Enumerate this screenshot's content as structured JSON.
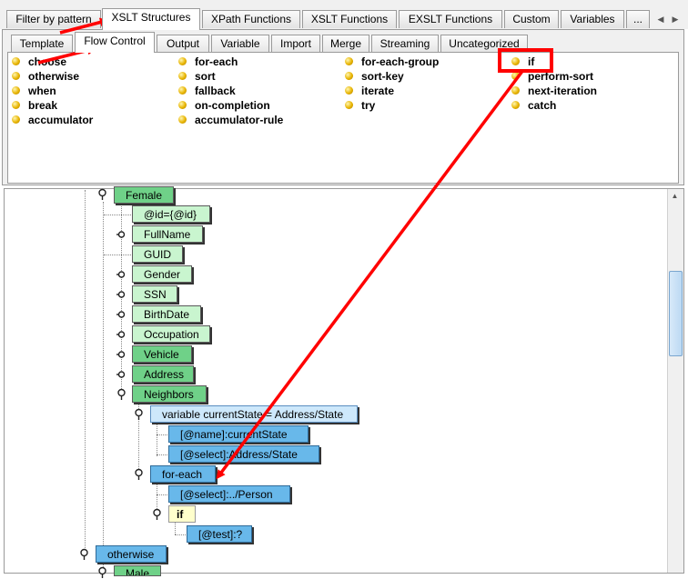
{
  "top_tabs": [
    "Filter by pattern",
    "XSLT Structures",
    "XPath Functions",
    "XSLT Functions",
    "EXSLT Functions",
    "Custom",
    "Variables",
    "..."
  ],
  "sub_tabs": [
    "Template",
    "Flow Control",
    "Output",
    "Variable",
    "Import",
    "Merge",
    "Streaming",
    "Uncategorized"
  ],
  "items": [
    "choose",
    "otherwise",
    "when",
    "break",
    "accumulator",
    "for-each",
    "sort",
    "fallback",
    "on-completion",
    "accumulator-rule",
    "for-each-group",
    "sort-key",
    "iterate",
    "try",
    "if",
    "perform-sort",
    "next-iteration",
    "catch"
  ],
  "tree": {
    "female": "Female",
    "id_attr": "@id={@id}",
    "fullname": "FullName",
    "guid": "GUID",
    "gender": "Gender",
    "ssn": "SSN",
    "birthdate": "BirthDate",
    "occupation": "Occupation",
    "vehicle": "Vehicle",
    "address": "Address",
    "neighbors": "Neighbors",
    "variable": "variable currentState = Address/State",
    "var_name": "[@name]:currentState",
    "var_select": "[@select]:Address/State",
    "foreach": "for-each",
    "foreach_select": "[@select]:../Person",
    "if_node": "if",
    "if_test": "[@test]:?",
    "otherwise": "otherwise",
    "male_partial": "Male"
  },
  "colors": {
    "highlight_box": "#ff0000",
    "annotation_arrow": "#ff0000"
  },
  "icons": [
    "scroll-left-icon",
    "scroll-right-icon",
    "bullet-icon",
    "expand-collapse-icon"
  ]
}
